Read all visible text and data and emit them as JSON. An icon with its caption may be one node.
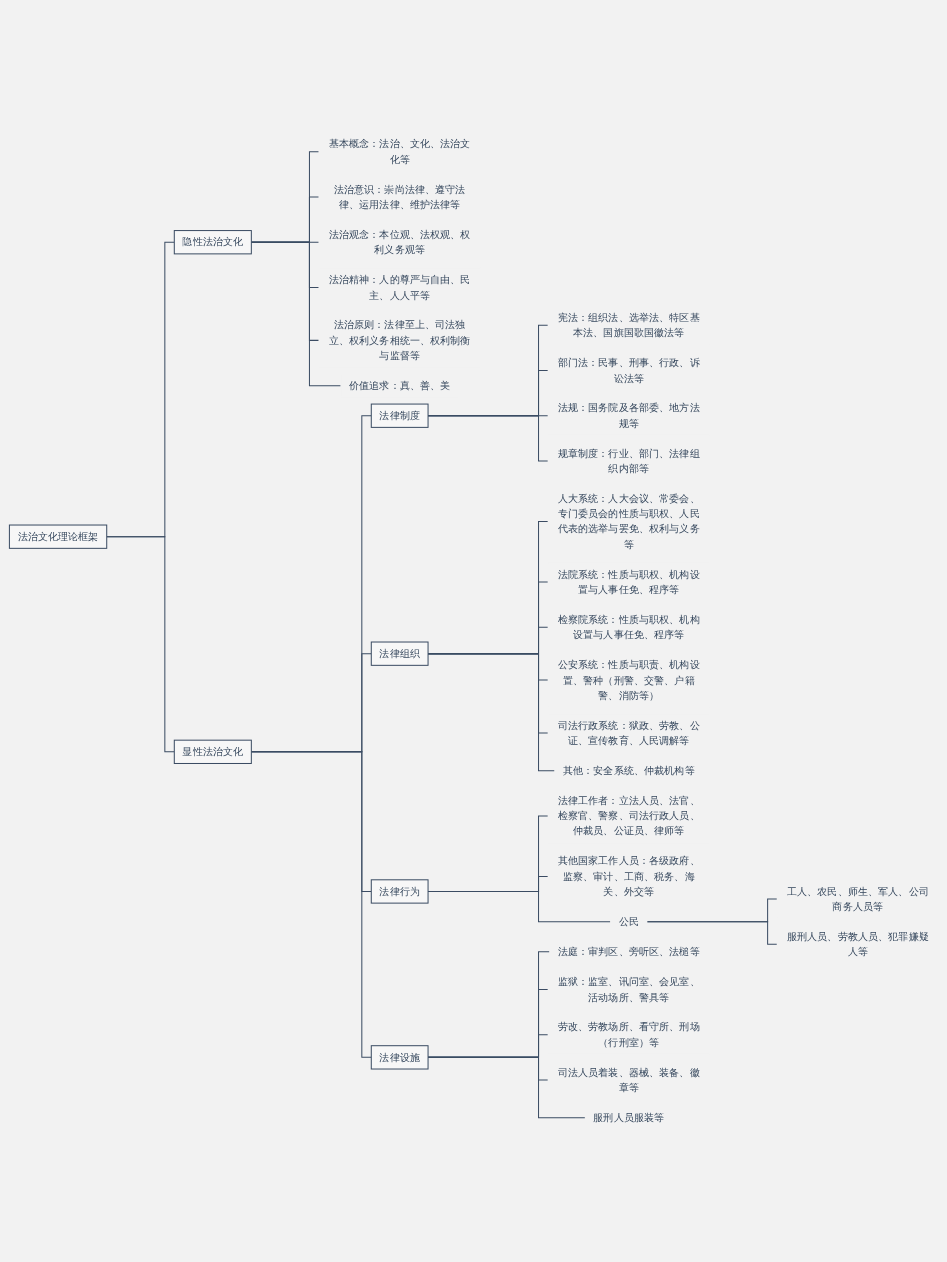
{
  "diagram": {
    "nodes": [
      {
        "text": [
          "法治文化理论框架"
        ]
      },
      {
        "text": [
          "隐性法治文化"
        ]
      },
      {
        "text": [
          "基本概念：法治、文化、法治文化等"
        ]
      },
      {
        "text": [
          "法治意识：崇尚法律、遵守法律、运用法律、维护法律等"
        ]
      },
      {
        "text": [
          "法治观念：本位观、法权观、权利义务观等"
        ]
      },
      {
        "text": [
          "法治精神：人的尊严与自由、民主、人人平等"
        ]
      },
      {
        "text": [
          "法治原则：法律至上、司法独立、权利义务相统一、权利制衡与监督等"
        ]
      },
      {
        "text": [
          "价值追求：真、善、美"
        ]
      },
      {
        "text": [
          "显性法治文化"
        ]
      },
      {
        "text": [
          "法律制度"
        ]
      },
      {
        "text": [
          "宪法：组织法、选举法、特区基本法、国旗国歌国徽法等"
        ]
      },
      {
        "text": [
          "部门法：民事、刑事、行政、诉讼法等"
        ]
      },
      {
        "text": [
          "法规：国务院及各部委、地方法规等"
        ]
      },
      {
        "text": [
          "规章制度：行业、部门、法律组织内部等"
        ]
      },
      {
        "text": [
          "法律组织"
        ]
      },
      {
        "text": [
          "人大系统：人大会议、常委会、专门委员会的性质与职权、人民代表的选举与罢免、权利与义务等"
        ]
      },
      {
        "text": [
          "法院系统：性质与职权、机构设置与人事任免、程序等"
        ]
      },
      {
        "text": [
          "检察院系统：性质与职权、机构设置与人事任免、程序等"
        ]
      },
      {
        "text": [
          "公安系统：性质与职责、机构设置、警种（刑警、交警、户籍警、消防等）"
        ]
      },
      {
        "text": [
          "司法行政系统：狱政、劳教、公证、宣传教育、人民调解等"
        ]
      },
      {
        "text": [
          "其他：安全系统、仲裁机构等"
        ]
      },
      {
        "text": [
          "法律行为"
        ]
      },
      {
        "text": [
          "法律工作者：立法人员、法官、检察官、警察、司法行政人员、仲裁员、公证员、律师等"
        ]
      },
      {
        "text": [
          "其他国家工作人员：各级政府、监察、审计、工商、税务、海关、外交等"
        ]
      },
      {
        "text": [
          "公民"
        ]
      },
      {
        "text": [
          "工人、农民、师生、军人、公司商务人员等"
        ]
      },
      {
        "text": [
          "服刑人员、劳教人员、犯罪嫌疑人等"
        ]
      },
      {
        "text": [
          "法律设施"
        ]
      },
      {
        "text": [
          "法庭：审判区、旁听区、法槌等"
        ]
      },
      {
        "text": [
          "监狱：监室、讯问室、会见室、活动场所、警具等"
        ]
      },
      {
        "text": [
          "劳改、劳教场所、看守所、刑场（行刑室）等"
        ]
      },
      {
        "text": [
          "司法人员着装、器械、装备、徽章等"
        ]
      },
      {
        "text": [
          "服刑人员服装等"
        ]
      }
    ],
    "edges": [
      {
        "from": 0,
        "to": 1,
        "arrow": "none"
      },
      {
        "from": 0,
        "to": 8,
        "arrow": "none"
      },
      {
        "from": 1,
        "to": 2,
        "arrow": "none"
      },
      {
        "from": 1,
        "to": 3,
        "arrow": "none"
      },
      {
        "from": 1,
        "to": 4,
        "arrow": "none"
      },
      {
        "from": 1,
        "to": 5,
        "arrow": "none"
      },
      {
        "from": 1,
        "to": 6,
        "arrow": "none"
      },
      {
        "from": 1,
        "to": 7,
        "arrow": "none"
      },
      {
        "from": 8,
        "to": 9,
        "arrow": "none"
      },
      {
        "from": 8,
        "to": 14,
        "arrow": "none"
      },
      {
        "from": 8,
        "to": 21,
        "arrow": "none"
      },
      {
        "from": 8,
        "to": 27,
        "arrow": "none"
      },
      {
        "from": 9,
        "to": 10,
        "arrow": "none"
      },
      {
        "from": 9,
        "to": 11,
        "arrow": "none"
      },
      {
        "from": 9,
        "to": 12,
        "arrow": "none"
      },
      {
        "from": 9,
        "to": 13,
        "arrow": "none"
      },
      {
        "from": 14,
        "to": 15,
        "arrow": "none"
      },
      {
        "from": 14,
        "to": 16,
        "arrow": "none"
      },
      {
        "from": 14,
        "to": 17,
        "arrow": "none"
      },
      {
        "from": 14,
        "to": 18,
        "arrow": "none"
      },
      {
        "from": 14,
        "to": 19,
        "arrow": "none"
      },
      {
        "from": 14,
        "to": 20,
        "arrow": "none"
      },
      {
        "from": 21,
        "to": 22,
        "arrow": "none"
      },
      {
        "from": 21,
        "to": 23,
        "arrow": "none"
      },
      {
        "from": 21,
        "to": 24,
        "arrow": "none"
      },
      {
        "from": 24,
        "to": 25,
        "arrow": "none"
      },
      {
        "from": 24,
        "to": 26,
        "arrow": "none"
      },
      {
        "from": 27,
        "to": 28,
        "arrow": "none"
      },
      {
        "from": 27,
        "to": 29,
        "arrow": "none"
      },
      {
        "from": 27,
        "to": 30,
        "arrow": "none"
      },
      {
        "from": 27,
        "to": 31,
        "arrow": "none"
      },
      {
        "from": 27,
        "to": 32,
        "arrow": "none"
      }
    ]
  }
}
